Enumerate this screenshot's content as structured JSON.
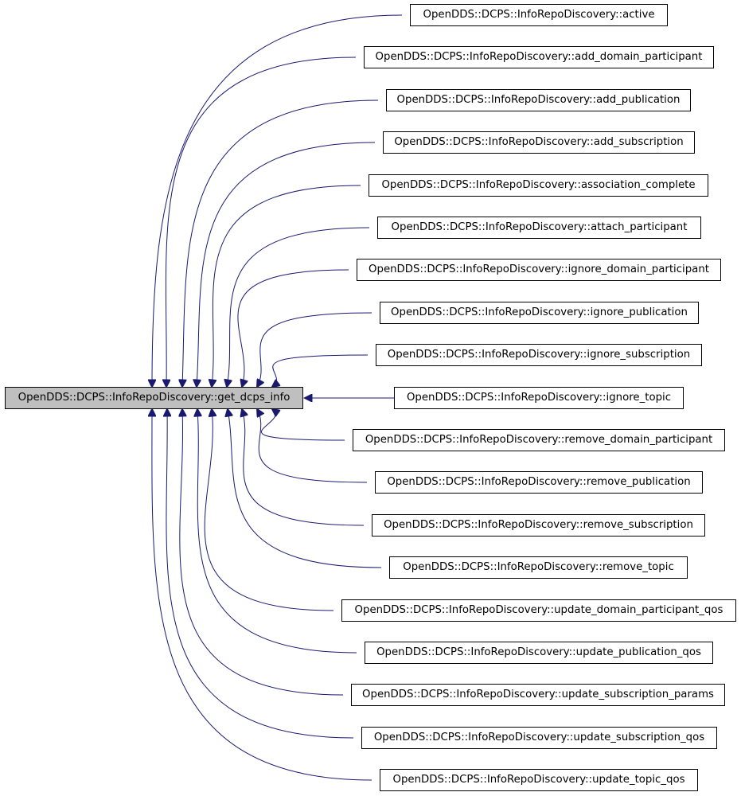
{
  "graph": {
    "root": {
      "label": "OpenDDS::DCPS::InfoRepoDiscovery::get_dcps_info",
      "fill_color": "#bfbfbf"
    },
    "edge_color": "#191970",
    "callers": [
      {
        "label": "OpenDDS::DCPS::InfoRepoDiscovery::active"
      },
      {
        "label": "OpenDDS::DCPS::InfoRepoDiscovery::add_domain_participant"
      },
      {
        "label": "OpenDDS::DCPS::InfoRepoDiscovery::add_publication"
      },
      {
        "label": "OpenDDS::DCPS::InfoRepoDiscovery::add_subscription"
      },
      {
        "label": "OpenDDS::DCPS::InfoRepoDiscovery::association_complete"
      },
      {
        "label": "OpenDDS::DCPS::InfoRepoDiscovery::attach_participant"
      },
      {
        "label": "OpenDDS::DCPS::InfoRepoDiscovery::ignore_domain_participant"
      },
      {
        "label": "OpenDDS::DCPS::InfoRepoDiscovery::ignore_publication"
      },
      {
        "label": "OpenDDS::DCPS::InfoRepoDiscovery::ignore_subscription"
      },
      {
        "label": "OpenDDS::DCPS::InfoRepoDiscovery::ignore_topic"
      },
      {
        "label": "OpenDDS::DCPS::InfoRepoDiscovery::remove_domain_participant"
      },
      {
        "label": "OpenDDS::DCPS::InfoRepoDiscovery::remove_publication"
      },
      {
        "label": "OpenDDS::DCPS::InfoRepoDiscovery::remove_subscription"
      },
      {
        "label": "OpenDDS::DCPS::InfoRepoDiscovery::remove_topic"
      },
      {
        "label": "OpenDDS::DCPS::InfoRepoDiscovery::update_domain_participant_qos"
      },
      {
        "label": "OpenDDS::DCPS::InfoRepoDiscovery::update_publication_qos"
      },
      {
        "label": "OpenDDS::DCPS::InfoRepoDiscovery::update_subscription_params"
      },
      {
        "label": "OpenDDS::DCPS::InfoRepoDiscovery::update_subscription_qos"
      },
      {
        "label": "OpenDDS::DCPS::InfoRepoDiscovery::update_topic_qos"
      }
    ]
  }
}
